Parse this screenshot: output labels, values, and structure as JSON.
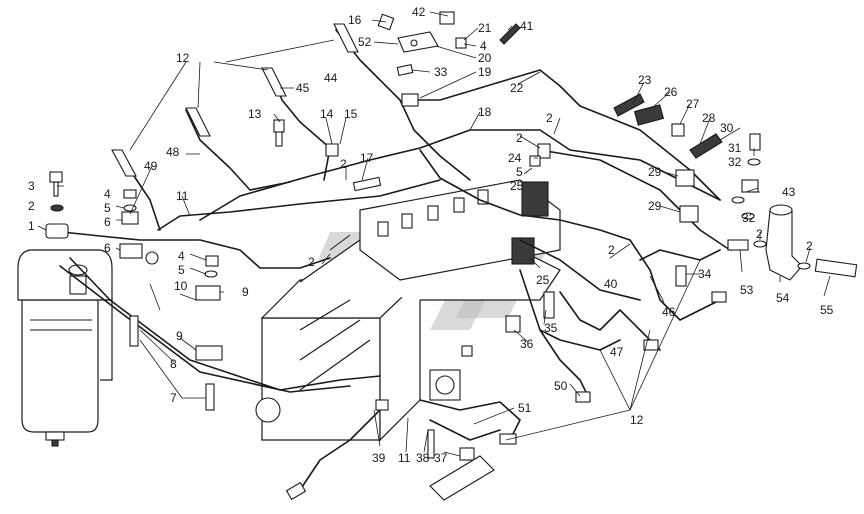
{
  "labels": [
    {
      "id": "16",
      "text": "16"
    },
    {
      "id": "42",
      "text": "42"
    },
    {
      "id": "21",
      "text": "21"
    },
    {
      "id": "41",
      "text": "41"
    },
    {
      "id": "52",
      "text": "52"
    },
    {
      "id": "4a",
      "text": "4"
    },
    {
      "id": "20",
      "text": "20"
    },
    {
      "id": "12a",
      "text": "12"
    },
    {
      "id": "44",
      "text": "44"
    },
    {
      "id": "33",
      "text": "33"
    },
    {
      "id": "19",
      "text": "19"
    },
    {
      "id": "22",
      "text": "22"
    },
    {
      "id": "45",
      "text": "45"
    },
    {
      "id": "23",
      "text": "23"
    },
    {
      "id": "26",
      "text": "26"
    },
    {
      "id": "27",
      "text": "27"
    },
    {
      "id": "28",
      "text": "28"
    },
    {
      "id": "30",
      "text": "30"
    },
    {
      "id": "13",
      "text": "13"
    },
    {
      "id": "14",
      "text": "14"
    },
    {
      "id": "15",
      "text": "15"
    },
    {
      "id": "18",
      "text": "18"
    },
    {
      "id": "2a",
      "text": "2"
    },
    {
      "id": "2b",
      "text": "2"
    },
    {
      "id": "31",
      "text": "31"
    },
    {
      "id": "32a",
      "text": "32"
    },
    {
      "id": "48",
      "text": "48"
    },
    {
      "id": "2c",
      "text": "2"
    },
    {
      "id": "17",
      "text": "17"
    },
    {
      "id": "24",
      "text": "24"
    },
    {
      "id": "5a",
      "text": "5"
    },
    {
      "id": "25a",
      "text": "25"
    },
    {
      "id": "29a",
      "text": "29"
    },
    {
      "id": "43",
      "text": "43"
    },
    {
      "id": "49",
      "text": "49"
    },
    {
      "id": "3",
      "text": "3"
    },
    {
      "id": "2d",
      "text": "2"
    },
    {
      "id": "4b",
      "text": "4"
    },
    {
      "id": "11a",
      "text": "11"
    },
    {
      "id": "5b",
      "text": "5"
    },
    {
      "id": "6a",
      "text": "6"
    },
    {
      "id": "32b",
      "text": "32"
    },
    {
      "id": "29b",
      "text": "29"
    },
    {
      "id": "1",
      "text": "1"
    },
    {
      "id": "6b",
      "text": "6"
    },
    {
      "id": "2e",
      "text": "2"
    },
    {
      "id": "2f",
      "text": "2"
    },
    {
      "id": "4c",
      "text": "4"
    },
    {
      "id": "5c",
      "text": "5"
    },
    {
      "id": "25b",
      "text": "25"
    },
    {
      "id": "34",
      "text": "34"
    },
    {
      "id": "53",
      "text": "53"
    },
    {
      "id": "54",
      "text": "54"
    },
    {
      "id": "55",
      "text": "55"
    },
    {
      "id": "2g",
      "text": "2"
    },
    {
      "id": "2h",
      "text": "2"
    },
    {
      "id": "40",
      "text": "40"
    },
    {
      "id": "9a",
      "text": "9"
    },
    {
      "id": "10",
      "text": "10"
    },
    {
      "id": "35",
      "text": "35"
    },
    {
      "id": "46",
      "text": "46"
    },
    {
      "id": "36",
      "text": "36"
    },
    {
      "id": "47",
      "text": "47"
    },
    {
      "id": "9b",
      "text": "9"
    },
    {
      "id": "8",
      "text": "8"
    },
    {
      "id": "7",
      "text": "7"
    },
    {
      "id": "50",
      "text": "50"
    },
    {
      "id": "51",
      "text": "51"
    },
    {
      "id": "12b",
      "text": "12"
    },
    {
      "id": "39",
      "text": "39"
    },
    {
      "id": "11b",
      "text": "11"
    },
    {
      "id": "38",
      "text": "38"
    },
    {
      "id": "37",
      "text": "37"
    }
  ]
}
